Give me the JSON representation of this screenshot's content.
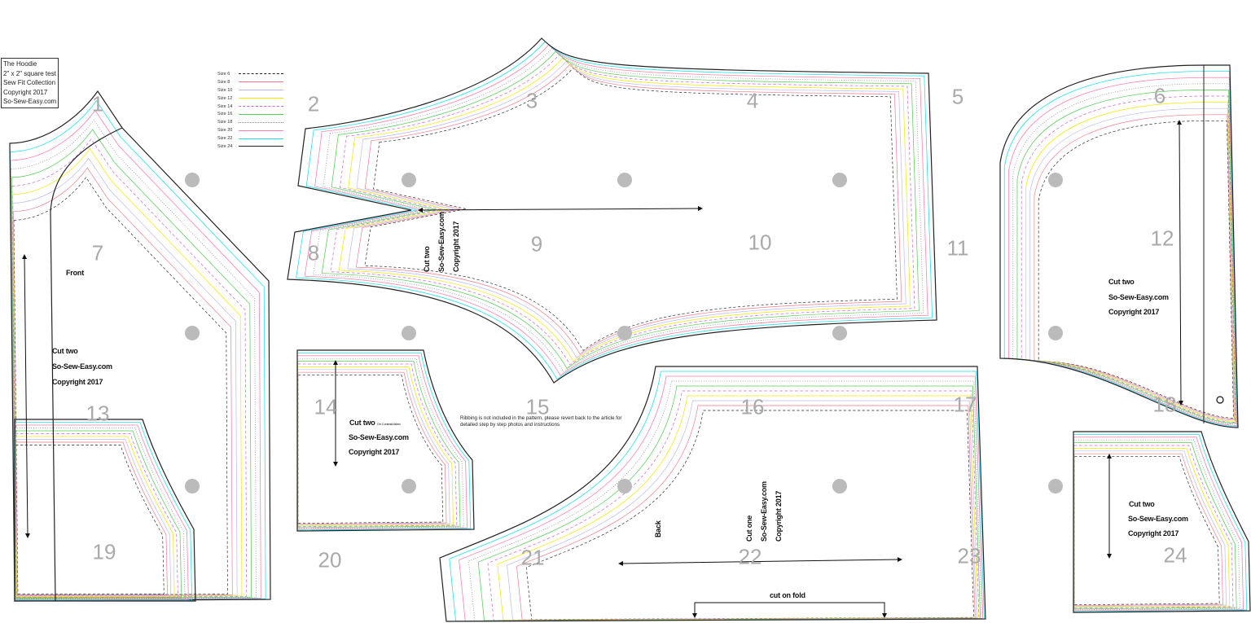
{
  "info_box": [
    "The Hoodie",
    "2\" x 2\" square test",
    "Sew Fit Collection",
    "Copyright 2017",
    "So-Sew-Easy.com"
  ],
  "legend": [
    {
      "label": "Size 6",
      "color": "#222222",
      "style": "dashed"
    },
    {
      "label": "Size 8",
      "color": "#f07a8a",
      "style": "solid"
    },
    {
      "label": "Size 10",
      "color": "#b8b8ff",
      "style": "solid"
    },
    {
      "label": "Size 12",
      "color": "#f5e600",
      "style": "solid"
    },
    {
      "label": "Size 14",
      "color": "#cc66dd",
      "style": "dashed"
    },
    {
      "label": "Size 16",
      "color": "#55cc55",
      "style": "solid"
    },
    {
      "label": "Size 18",
      "color": "#888888",
      "style": "dotted"
    },
    {
      "label": "Size 20",
      "color": "#ff7fa8",
      "style": "solid"
    },
    {
      "label": "Size 22",
      "color": "#22e0f0",
      "style": "solid"
    },
    {
      "label": "Size 24",
      "color": "#222222",
      "style": "solid"
    }
  ],
  "page_numbers": [
    "1",
    "2",
    "3",
    "4",
    "5",
    "6",
    "7",
    "8",
    "9",
    "10",
    "11",
    "12",
    "13",
    "14",
    "15",
    "16",
    "17",
    "18",
    "19",
    "20",
    "21",
    "22",
    "23",
    "24"
  ],
  "pieces": {
    "front": {
      "name": "Front",
      "cut": "Cut two",
      "site": "So-Sew-Easy.com",
      "copyright": "Copyright 2017"
    },
    "sleeve": {
      "cut": "Cut two",
      "site": "So-Sew-Easy.com",
      "copyright": "Copyright 2017"
    },
    "hood": {
      "cut": "Cut two",
      "site": "So-Sew-Easy.com",
      "copyright": "Copyright 2017"
    },
    "pocket": {
      "cut": "Cut two",
      "note": "On Contrast fabric",
      "site": "So-Sew-Easy.com",
      "copyright": "Copyright 2017"
    },
    "back": {
      "name": "Back",
      "cut": "Cut one",
      "site": "So-Sew-Easy.com",
      "copyright": "Copyright 2017",
      "fold": "cut on fold"
    },
    "hood_panel": {
      "cut": "Cut two",
      "site": "So-Sew-Easy.com",
      "copyright": "Copyright 2017"
    }
  },
  "ribbing_note": [
    "Ribbing is not included in the pattern, please revert back to the article for",
    "detailed step by step photos and instructions"
  ]
}
